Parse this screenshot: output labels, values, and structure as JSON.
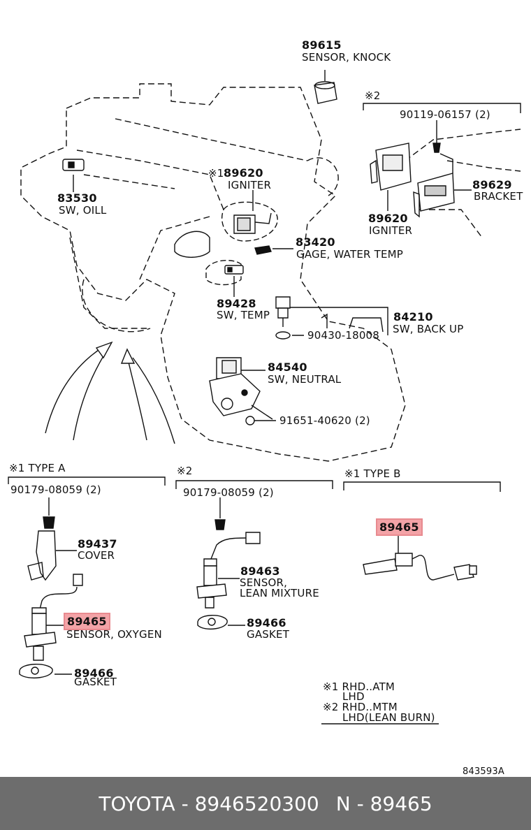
{
  "callouts": {
    "p89615": {
      "num": "89615",
      "desc": "SENSOR, KNOCK"
    },
    "star2_top": "※2",
    "p90119": {
      "num": "90119-06157 (2)"
    },
    "p89620a": {
      "prefix": "※1",
      "num": "89620",
      "desc": "IGNITER"
    },
    "p83530": {
      "num": "83530",
      "desc": "SW, OILL"
    },
    "p89629": {
      "num": "89629",
      "desc": "BRACKET"
    },
    "p89620b": {
      "num": "89620",
      "desc": "IGNITER"
    },
    "p83420": {
      "num": "83420",
      "desc": "GAGE, WATER TEMP"
    },
    "p89428": {
      "num": "89428",
      "desc": "SW, TEMP"
    },
    "p84210": {
      "num": "84210",
      "desc": "SW, BACK UP"
    },
    "p90430": {
      "num": "90430-18008"
    },
    "p84540": {
      "num": "84540",
      "desc": "SW, NEUTRAL"
    },
    "p91651": {
      "num": "91651-40620 (2)"
    },
    "groupA": {
      "title": "※1  TYPE  A"
    },
    "group2": {
      "title": "※2"
    },
    "groupB": {
      "title": "※1  TYPE  B"
    },
    "p90179a": {
      "num": "90179-08059 (2)"
    },
    "p90179b": {
      "num": "90179-08059 (2)"
    },
    "p89437": {
      "num": "89437",
      "desc": "COVER"
    },
    "p89463": {
      "num": "89463",
      "desc1": "SENSOR,",
      "desc2": "LEAN  MIXTURE"
    },
    "p89465a": {
      "num": "89465",
      "desc": "SENSOR, OXYGEN"
    },
    "p89465b": {
      "num": "89465"
    },
    "p89466a": {
      "num": "89466",
      "desc": "GASKET"
    },
    "p89466b": {
      "num": "89466",
      "desc": "GASKET"
    }
  },
  "legend": {
    "line1": "※1  RHD..ATM",
    "line2": "LHD",
    "line3": "※2  RHD..MTM",
    "line4": "LHD(LEAN BURN)"
  },
  "figure_code": "843593A",
  "footer": {
    "brand_part": "TOYOTA - 8946520300",
    "ref": "N - 89465"
  },
  "colors": {
    "highlight": "#f3a3a7",
    "footer_bg": "#6d6d6d"
  }
}
